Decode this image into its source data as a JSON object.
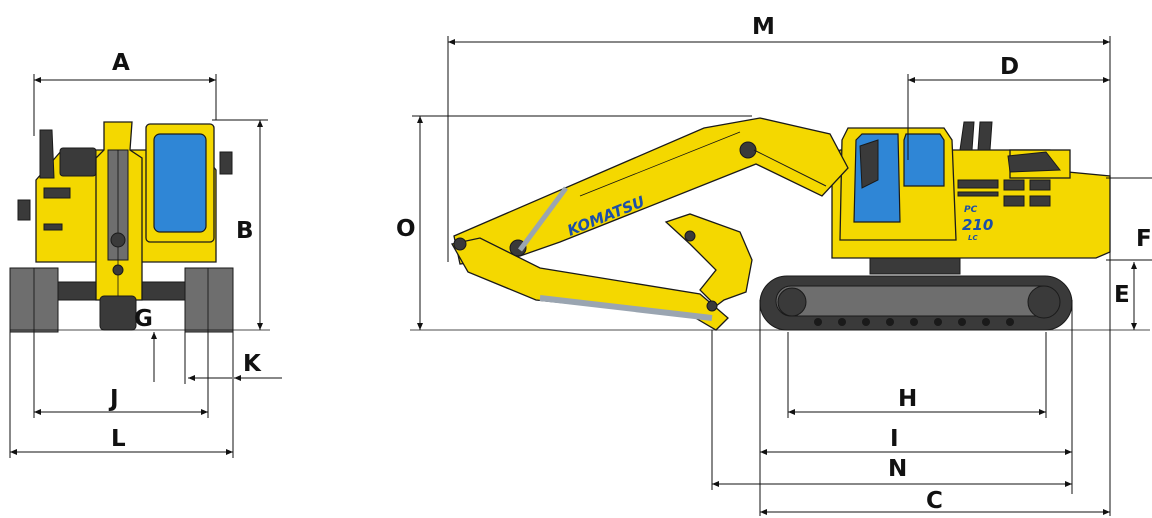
{
  "dimension_labels": {
    "A": "A",
    "B": "B",
    "C": "C",
    "D": "D",
    "E": "E",
    "F": "F",
    "G": "G",
    "H": "H",
    "I": "I",
    "J": "J",
    "K": "K",
    "L": "L",
    "M": "M",
    "N": "N",
    "O": "O"
  },
  "machine": {
    "brand": "KOMATSU",
    "model_prefix": "PC",
    "model_number": "210",
    "model_suffix": "LC"
  },
  "colors": {
    "body": "#f4d800",
    "glass": "#2f86d6",
    "track": "#3a3a3a",
    "logo": "#1c4fa8"
  }
}
